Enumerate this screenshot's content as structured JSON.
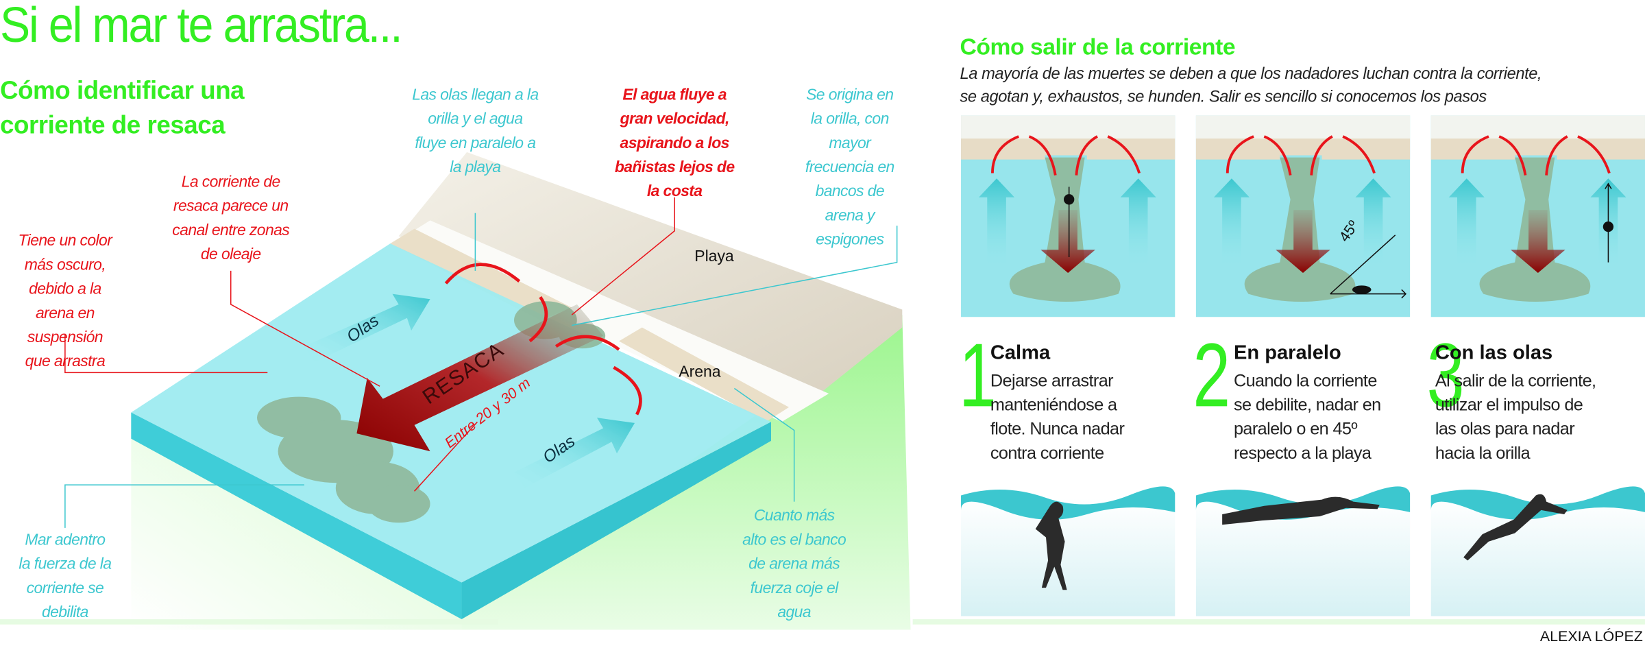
{
  "title": "Si el mar te arrastra...",
  "left": {
    "heading": "Cómo identificar una\ncorriente de resaca",
    "notes": {
      "waves_parallel": "Las olas llegan a la\norilla y el agua\nfluye en paralelo a\nla playa",
      "fast_water": "El agua fluye a\ngran velocidad,\naspirando a los\nbañistas lejos de\nla costa",
      "origin": "Se origina en\nla orilla, con\nmayor\nfrecuencia en\nbancos de\narena y\nespigones",
      "channel": "La corriente de\nresaca parece un\ncanal entre zonas\nde oleaje",
      "darker_color": "Tiene un color\nmás oscuro,\ndebido a la\narena en\nsuspensión\nque arrastra",
      "offshore": "Mar adentro\nla fuerza de la\ncorriente se\ndebilita",
      "sandbank": "Cuanto más\nalto es el banco\nde arena más\nfuerza coje el\nagua"
    },
    "labels": {
      "beach": "Playa",
      "sand": "Arena",
      "rip": "RESACA",
      "distance": "Entre 20 y 30 m",
      "waves": "Olas"
    }
  },
  "right": {
    "heading": "Cómo salir de la corriente",
    "intro": "La mayoría de las muertes se deben a que los nadadores luchan contra la corriente,\nse agotan y, exhaustos, se hunden. Salir es sencillo si conocemos los pasos",
    "angle_label": "45º",
    "steps": [
      {
        "number": "1",
        "title": "Calma",
        "text": "Dejarse arrastrar\nmanteniéndose a\nflote. Nunca nadar\ncontra corriente"
      },
      {
        "number": "2",
        "title": "En paralelo",
        "text": "Cuando la corriente\nse debilite, nadar en\nparalelo o en 45º\nrespecto a la playa"
      },
      {
        "number": "3",
        "title": "Con las olas",
        "text": "Al salir de la corriente,\nutilizar el impulso de\nlas olas para nadar\nhacia la orilla"
      }
    ]
  },
  "credit": "ALEXIA LÓPEZ",
  "colors": {
    "green": "#33ee22",
    "cyan": "#3cc7cf",
    "red": "#e8141b",
    "water": "#9eebf0"
  }
}
